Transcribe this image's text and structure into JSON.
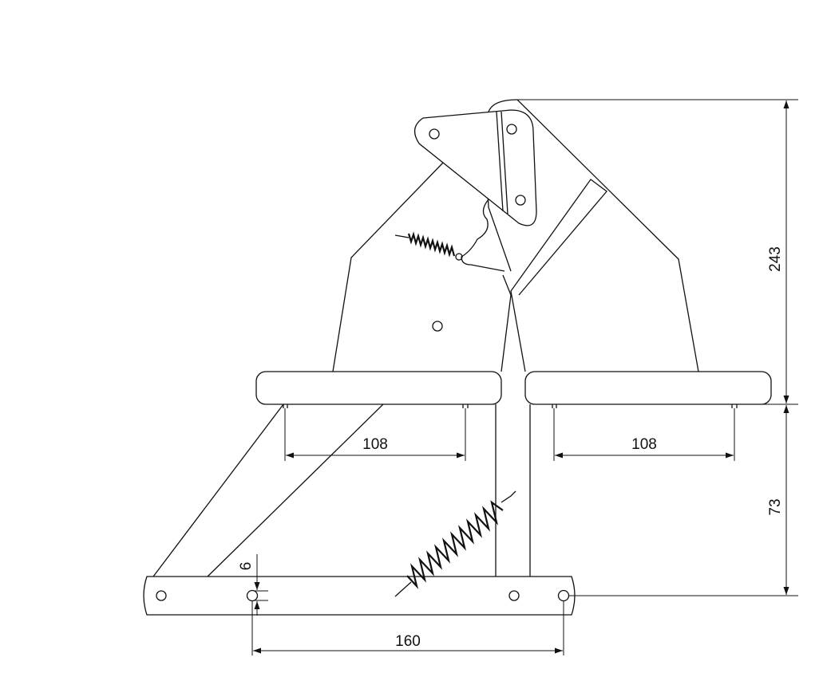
{
  "drawing": {
    "dimensions": {
      "height_upper": "243",
      "height_lower": "73",
      "plate_hole_spacing_left": "108",
      "plate_hole_spacing_right": "108",
      "bar_hole_spacing": "160",
      "hole_diameter": "6"
    }
  }
}
